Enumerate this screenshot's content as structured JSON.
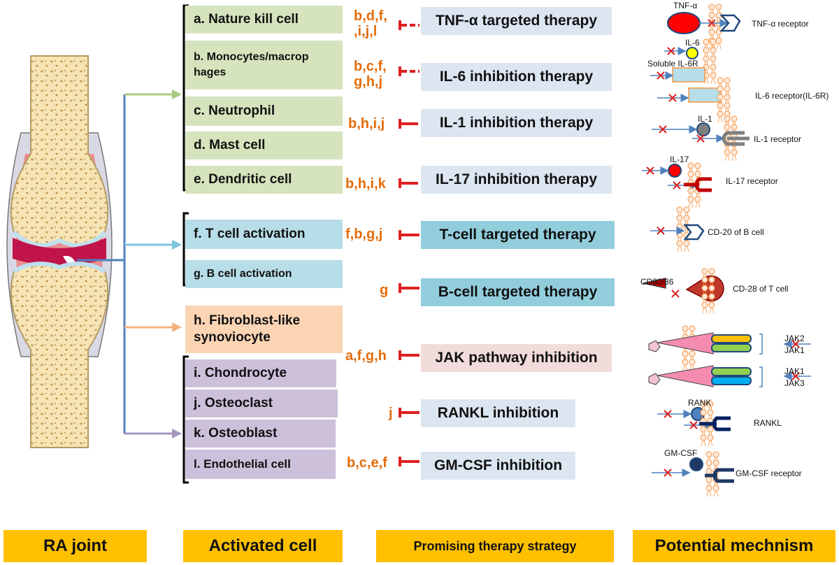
{
  "cells": {
    "a": "a. Nature kill cell",
    "b": "b. Monocytes/macrop hages",
    "c": "c. Neutrophil",
    "d": "d. Mast cell",
    "e": "e. Dendritic cell",
    "f": "f. T cell activation",
    "g": "g. B cell activation",
    "h": "h. Fibroblast-like synoviocyte",
    "i": "i. Chondrocyte",
    "j": "j. Osteoclast",
    "k": "k. Osteoblast",
    "l": "l. Endothelial cell"
  },
  "therapies": [
    {
      "codes": "b,d,f, ,i,j,l",
      "label": "TNF-α targeted therapy"
    },
    {
      "codes": "b,c,f, g,h,j",
      "label": "IL-6 inhibition therapy"
    },
    {
      "codes": "b,h,i,j",
      "label": "IL-1 inhibition therapy"
    },
    {
      "codes": "b,h,i,k",
      "label": "IL-17 inhibition therapy"
    },
    {
      "codes": "f,b,g,j",
      "label": "T-cell targeted therapy"
    },
    {
      "codes": "g",
      "label": "B-cell targeted therapy"
    },
    {
      "codes": "a,f,g,h",
      "label": "JAK pathway inhibition"
    },
    {
      "codes": "j",
      "label": "RANKL inhibition"
    },
    {
      "codes": "b,c,e,f",
      "label": "GM-CSF inhibition"
    }
  ],
  "mechanism": {
    "tnf": "TNF-α",
    "tnf_receptor": "TNF-α receptor",
    "il6": "IL-6",
    "soluble_il6r": "Soluble IL-6R",
    "il6_receptor": "IL-6  receptor(IL-6R)",
    "il1": "IL-1",
    "il1_receptor": "IL-1 receptor",
    "il17": "IL-17",
    "il17_receptor": "IL-17 receptor",
    "cd20": "CD-20 of B cell",
    "cd80": "CD80/86",
    "cd28": "CD-28 of T cell",
    "jak2": "JAK2",
    "jak1a": "JAK1",
    "jak1b": "JAK1",
    "jak3": "JAK3",
    "rank": "RANK",
    "rankl": "RANKL",
    "gmcsf": "GM-CSF",
    "gmcsf_receptor": "GM-CSF receptor"
  },
  "footer": {
    "ra_joint": "RA  joint",
    "activated_cell": "Activated cell",
    "strategy": "Promising therapy strategy",
    "mechanism": "Potential mechnism"
  },
  "colors": {
    "green": "#d6e4bd",
    "blue": "#b7dde8",
    "peach": "#fbd4b4",
    "purple": "#ccc0da",
    "therapy_light": "#dce6f1",
    "therapy_cyan": "#92cddc",
    "therapy_pink": "#f2dcdb",
    "code_orange": "#e36c09",
    "footer_yellow": "#ffc000",
    "inhibit_red": "#e02020"
  }
}
